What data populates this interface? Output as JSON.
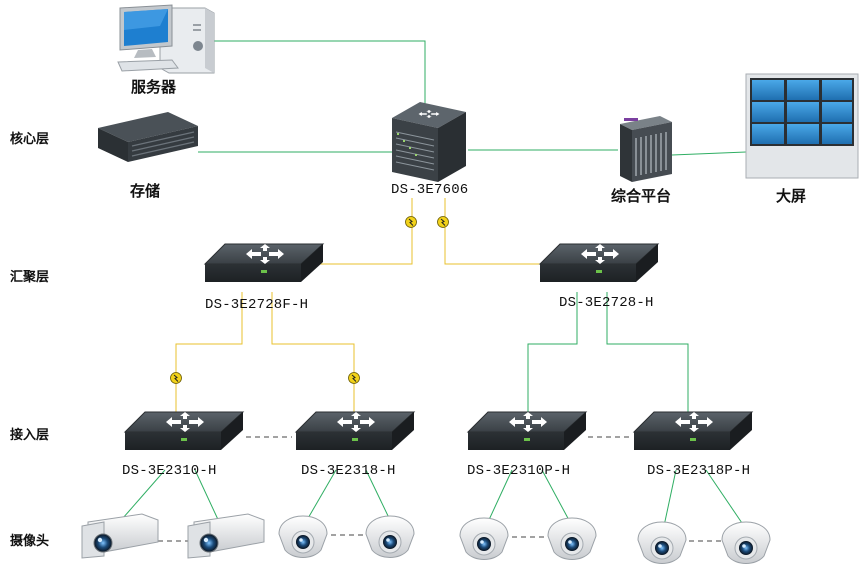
{
  "layers": {
    "core": "核心层",
    "aggregation": "汇聚层",
    "access": "接入层",
    "camera": "摄像头"
  },
  "devices": {
    "server": "服务器",
    "storage": "存储",
    "core_switch": "DS-3E7606",
    "platform": "综合平台",
    "big_screen": "大屏",
    "agg_left": "DS-3E2728F-H",
    "agg_right": "DS-3E2728-H",
    "access_1": "DS-3E2310-H",
    "access_2": "DS-3E2318-H",
    "access_3": "DS-3E2310P-H",
    "access_4": "DS-3E2318P-H"
  },
  "colors": {
    "copper_link": "#2fae63",
    "fiber_link": "#e8c22e",
    "switch_body": "#3c4247",
    "screen_tile": "#2a86c8"
  }
}
